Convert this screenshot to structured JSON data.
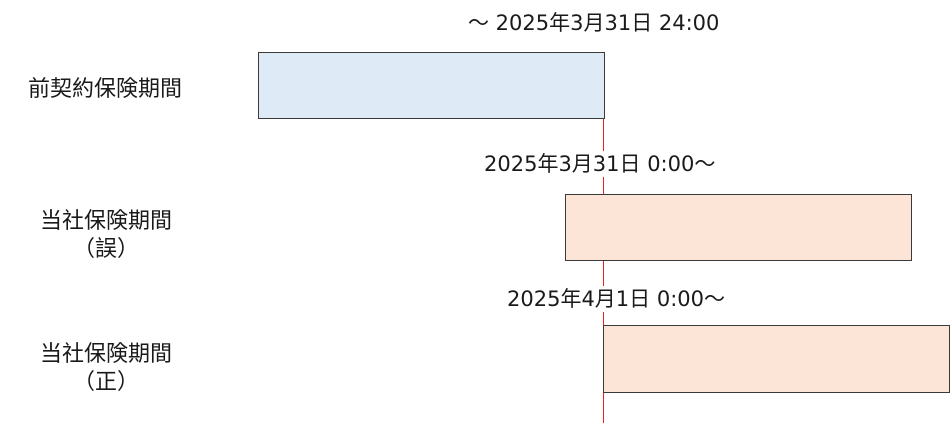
{
  "colors": {
    "prev_fill": "#deeaf6",
    "own_fill": "#fce4d6",
    "bar_border": "#3a3a3a",
    "boundary_line": "#ee2222"
  },
  "rows": [
    {
      "label_line1": "前契約保険期間",
      "label_line2": "",
      "date_label": "～ 2025年3月31日 24:00"
    },
    {
      "label_line1": "当社保険期間",
      "label_line2": "（誤）",
      "date_label": "2025年3月31日 0:00～"
    },
    {
      "label_line1": "当社保険期間",
      "label_line2": "（正）",
      "date_label": "2025年4月1日 0:00～"
    }
  ]
}
